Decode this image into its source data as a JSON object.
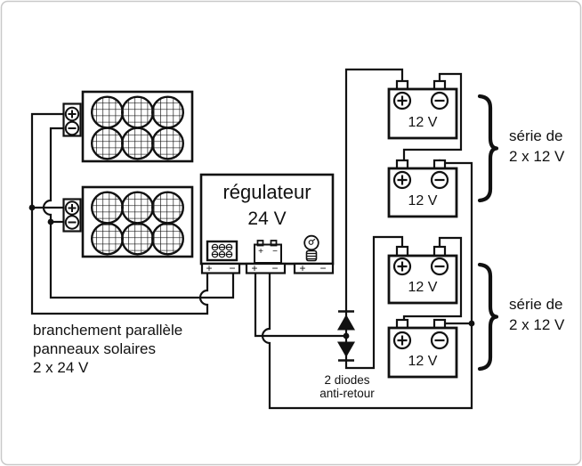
{
  "colors": {
    "ink": "#111111",
    "bg": "#ffffff",
    "frame": "#c9c9c9"
  },
  "regulator": {
    "title": "régulateur",
    "voltage": "24 V"
  },
  "batteries": {
    "b1": "12 V",
    "b2": "12 V",
    "b3": "12 V",
    "b4": "12 V"
  },
  "series": {
    "top": {
      "line1": "série de",
      "line2": "2 x 12 V"
    },
    "bottom": {
      "line1": "série de",
      "line2": "2 x 12 V"
    }
  },
  "panels_note": {
    "line1": "branchement parallèle",
    "line2": "panneaux solaires",
    "line3": "2 x 24 V"
  },
  "diodes_note": {
    "line1": "2 diodes",
    "line2": "anti-retour"
  },
  "symbols": {
    "plus": "+",
    "minus": "−"
  }
}
